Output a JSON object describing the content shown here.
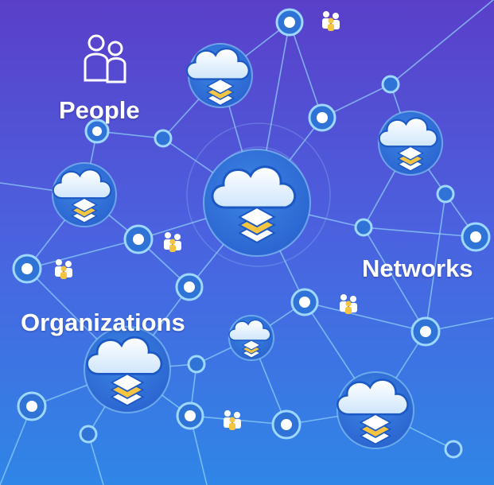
{
  "labels": {
    "people": "People",
    "networks": "Networks",
    "organizations": "Organizations"
  },
  "icons": [
    "people-icon",
    "cloud-stack-icon",
    "network-node-icon"
  ],
  "colors": {
    "background_top": "#5b3fc9",
    "background_bottom": "#2f86e6",
    "line": "#8fd0f5",
    "node_fill": "#2f73d6",
    "cloud": "#e9f6ff",
    "layer_white": "#ffffff",
    "layer_gold": "#f5c542"
  }
}
